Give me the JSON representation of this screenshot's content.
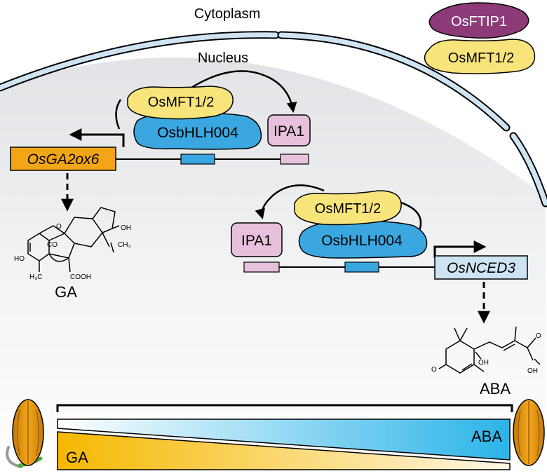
{
  "compartments": {
    "cytoplasm": "Cytoplasm",
    "nucleus": "Nucleus"
  },
  "cytoplasm_complex": {
    "top": "OsFTIP1",
    "bottom": "OsMFT1/2"
  },
  "ga_module": {
    "cofactor": "OsMFT1/2",
    "tf": "OsbHLH004",
    "partner": "IPA1",
    "target_gene": "OsGA2ox6",
    "product": "GA",
    "molecule_labels": [
      "OH",
      "CO",
      "O",
      "HO",
      "CH₃",
      "H₃C",
      "COOH"
    ]
  },
  "aba_module": {
    "cofactor": "OsMFT1/2",
    "tf": "OsbHLH004",
    "partner": "IPA1",
    "target_gene": "OsNCED3",
    "product": "ABA",
    "molecule_labels": [
      "O",
      "OH",
      "OH",
      "O"
    ]
  },
  "gradient": {
    "left_label": "GA",
    "right_label": "ABA"
  },
  "colors": {
    "yellow": "#f7e47a",
    "blue": "#3ba7e0",
    "pink": "#e7c1dc",
    "purple": "#8c3b78",
    "orange": "#f2a516",
    "membrane": "#cfe4f2"
  }
}
